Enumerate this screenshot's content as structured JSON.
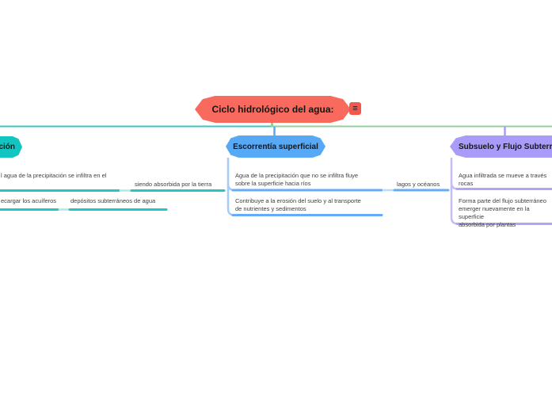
{
  "root": {
    "label": "Ciclo hidrológico del agua:",
    "notes_icon": "≡"
  },
  "branches": {
    "infiltracion": {
      "label": "ción",
      "color": "#12c5c1",
      "topics": {
        "t1a": "l agua de la precipitación se infiltra en el",
        "t1b": "siendo absorbida por la tierra",
        "t2a": "ecargar los acuíferos",
        "t2b": "depósitos subterráneos de agua"
      }
    },
    "escorrentia": {
      "label": "Escorrentía superficial",
      "color": "#57a9f6",
      "topics": {
        "t1a": "Agua de la precipitación que no se infiltra fluye\nsobre la superficie hacia ríos",
        "t1b": "lagos y océanos",
        "t2a": "Contribuye a la erosión del suelo y al transporte\nde nutrientes y sedimentos"
      }
    },
    "subsuelo": {
      "label": "Subsuelo y Flujo Subterrá",
      "color": "#a89cf8",
      "topics": {
        "t1a": "Agua infiltrada se mueve a través\nrocas",
        "t2a": "Forma parte del flujo subterráneo\nemerger nuevamente en la superficie\nabsorbida por plantas"
      }
    }
  },
  "colors": {
    "root_node": "#f8695e",
    "notes_button": "#f5564b",
    "main_line_left": "#3cc5c1",
    "main_line_right": "#93d097",
    "teal_underline": "#27c6c2",
    "blue_underline": "#64acf8",
    "purple_underline": "#b0a3f9"
  }
}
